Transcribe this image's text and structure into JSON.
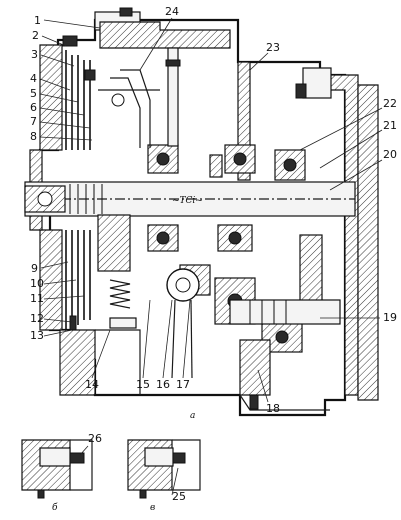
{
  "figure": {
    "main_view_letter": "а",
    "detail_b_letter": "б",
    "detail_v_letter": "в"
  },
  "callouts": {
    "left": [
      "1",
      "2",
      "3",
      "4",
      "5",
      "6",
      "7",
      "8",
      "9",
      "10",
      "11",
      "12",
      "13"
    ],
    "bottom": [
      "14",
      "15",
      "16",
      "17",
      "18"
    ],
    "right": [
      "19",
      "20",
      "21",
      "22",
      "23",
      "24"
    ],
    "details": [
      "26",
      "25"
    ]
  },
  "shaft_marking": "~TCi~"
}
